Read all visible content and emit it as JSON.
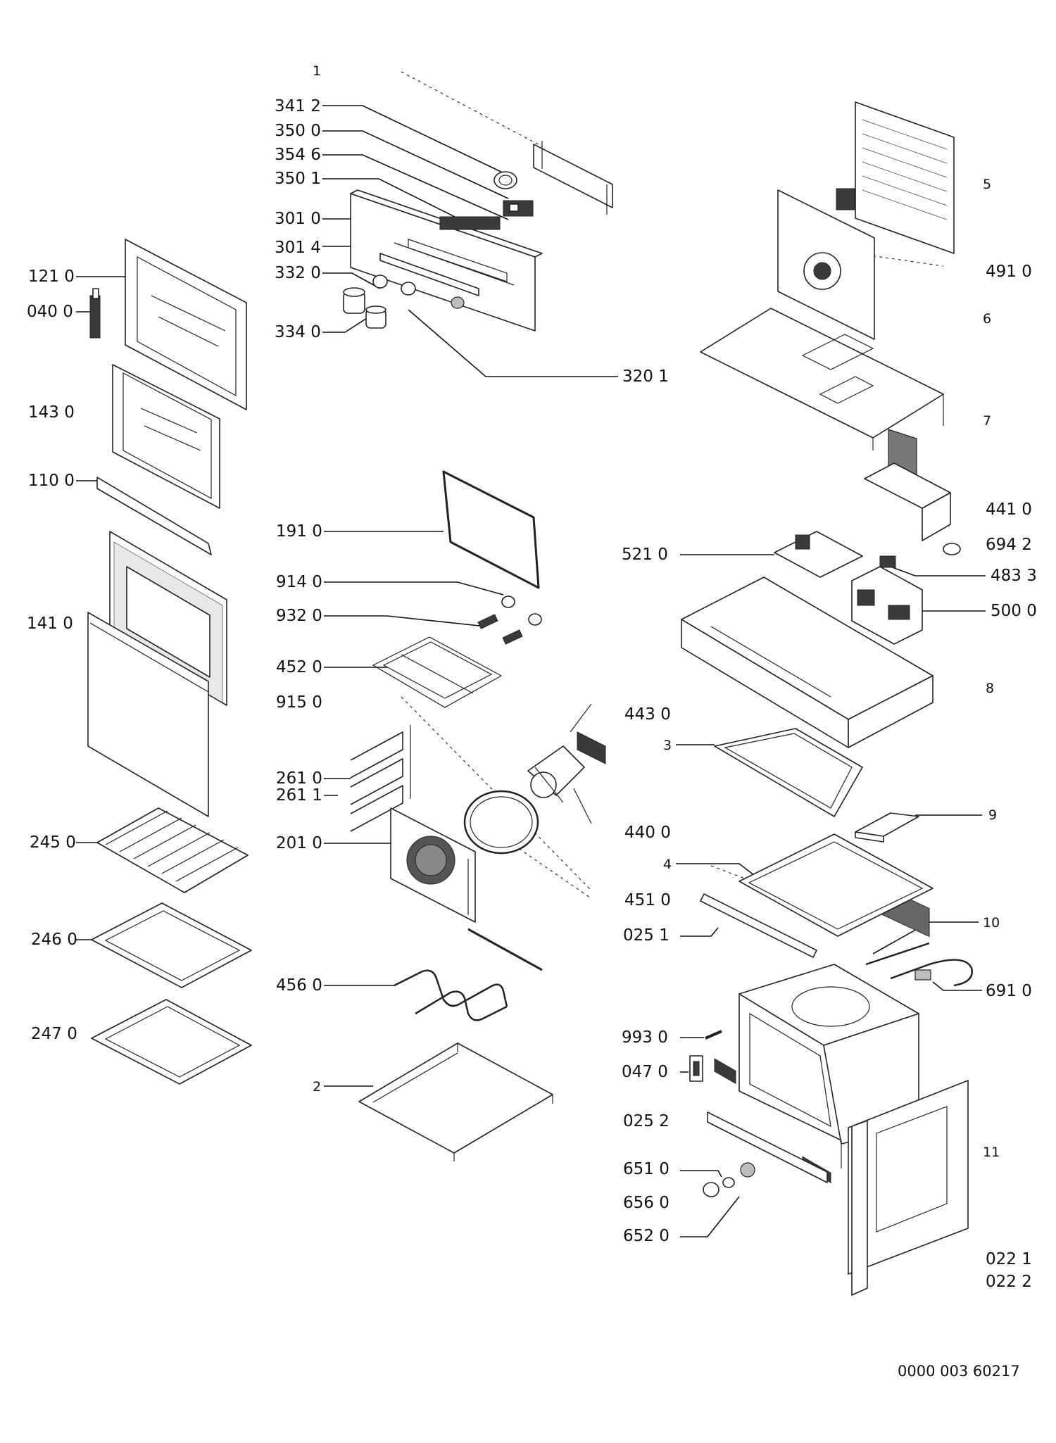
{
  "labels": {
    "p1": "1",
    "p3412": "341 2",
    "p3500": "350 0",
    "p3546": "354 6",
    "p3501": "350 1",
    "p3010": "301 0",
    "p3014": "301 4",
    "p3320": "332 0",
    "p3340": "334 0",
    "p3201": "320 1",
    "p1210": "121 0",
    "p0400": "040 0",
    "p1430": "143 0",
    "p1100": "110 0",
    "p1410": "141 0",
    "p2450": "245 0",
    "p2460": "246 0",
    "p2470": "247 0",
    "p1910": "191 0",
    "p9140": "914 0",
    "p9320": "932 0",
    "p4520": "452 0",
    "p9150": "915 0",
    "p2610": "261 0",
    "p2611": "261 1",
    "p2010": "201 0",
    "p4560": "456 0",
    "p2": "2",
    "p5": "5",
    "p4910": "491 0",
    "p6": "6",
    "p7": "7",
    "p4410": "441 0",
    "p6942": "694 2",
    "p5210": "521 0",
    "p4833": "483 3",
    "p5000": "500 0",
    "p8": "8",
    "p4430": "443 0",
    "p3": "3",
    "p4400": "440 0",
    "p9": "9",
    "p4": "4",
    "p4510": "451 0",
    "p0251": "025 1",
    "p10": "10",
    "p6910": "691 0",
    "p9930": "993 0",
    "p0470": "047 0",
    "p0252": "025 2",
    "p11": "11",
    "p6510": "651 0",
    "p6560": "656 0",
    "p6520": "652 0",
    "p0221": "022 1",
    "p0222": "022 2"
  },
  "doc_code": "0000 003 60217"
}
